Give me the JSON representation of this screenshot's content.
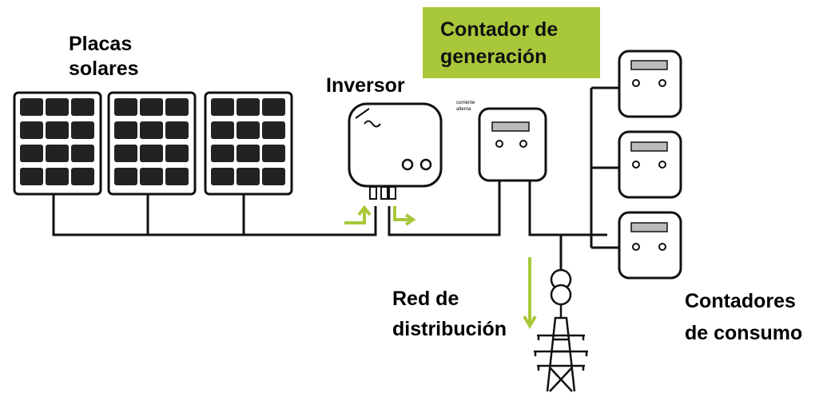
{
  "labels": {
    "solar_line1": "Placas",
    "solar_line2": "solares",
    "inverter": "Inversor",
    "generation_line1": "Contador de",
    "generation_line2": "generación",
    "ac_line1": "corriente",
    "ac_line2": "alterna",
    "grid_line1": "Red de",
    "grid_line2": "distribución",
    "consumption_line1": "Contadores",
    "consumption_line2": "de consumo"
  },
  "colors": {
    "accent": "#a8c83a",
    "line": "#111111"
  },
  "counts": {
    "solar_panels": 3,
    "consumption_meters": 3
  }
}
